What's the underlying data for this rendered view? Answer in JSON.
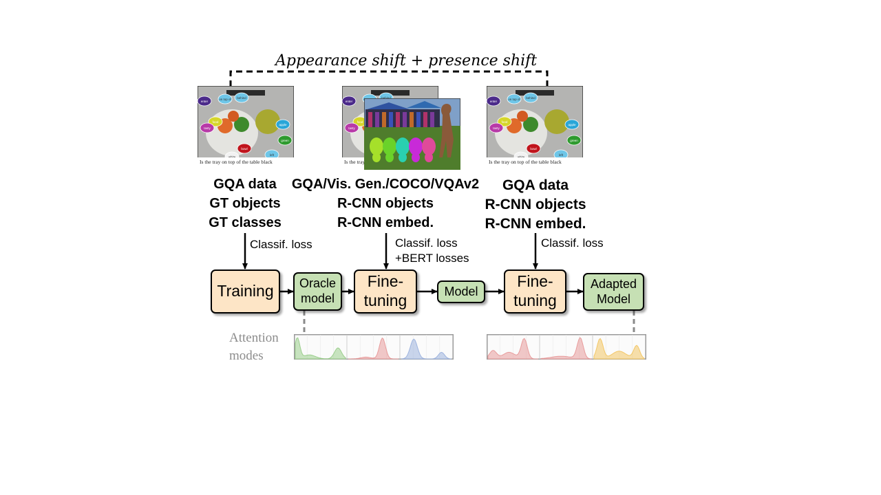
{
  "title": "Appearance shift + presence shift",
  "image_captions": {
    "question": "Is the tray on top of the table black",
    "tags": [
      "enter",
      "on top of",
      "behind",
      "food",
      "tasty",
      "apple",
      "bowl",
      "white",
      "green",
      "left"
    ]
  },
  "columns": [
    {
      "lines": [
        "GQA data",
        "GT objects",
        "GT classes"
      ],
      "loss": [
        "Classif. loss"
      ]
    },
    {
      "lines": [
        "GQA/Vis. Gen./COCO/VQAv2",
        "R-CNN objects",
        "R-CNN embed."
      ],
      "loss": [
        "Classif. loss",
        "+BERT losses"
      ]
    },
    {
      "lines": [
        "GQA data",
        "R-CNN objects",
        "R-CNN embed."
      ],
      "loss": [
        "Classif. loss"
      ]
    }
  ],
  "pipeline": {
    "training": "Training",
    "oracle": [
      "Oracle",
      "model"
    ],
    "finetune1": [
      "Fine-",
      "tuning"
    ],
    "model": "Model",
    "finetune2": [
      "Fine-",
      "tuning"
    ],
    "adapted": [
      "Adapted",
      "Model"
    ]
  },
  "attention": {
    "label": [
      "Attention",
      "modes"
    ],
    "colors": {
      "green": "#9ccf8e",
      "red": "#e89c9c",
      "blue": "#9eb4df",
      "orange": "#f3c766"
    }
  }
}
